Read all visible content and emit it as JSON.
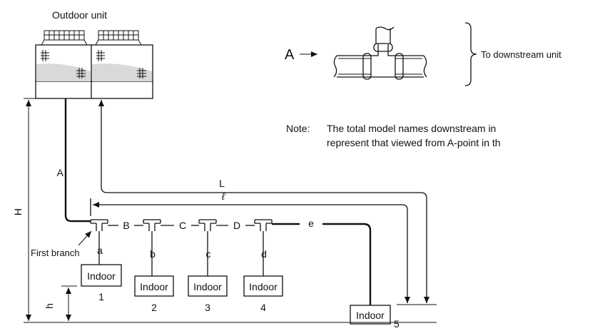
{
  "outdoor_unit_label": "Outdoor unit",
  "point_a_label": "A",
  "to_downstream_label": "To downstream unit",
  "note_prefix": "Note:",
  "note_line1": "The total model names downstream in",
  "note_line2": "represent that viewed from A-point in th",
  "pipe_labels": {
    "A": "A",
    "L": "L",
    "ell": "ℓ",
    "H": "H",
    "h": "h",
    "B": "B",
    "C": "C",
    "D": "D",
    "e": "e",
    "a": "a",
    "b": "b",
    "c": "c",
    "d": "d"
  },
  "first_branch_label": "First branch",
  "indoor_units": [
    {
      "label": "Indoor",
      "number": "1"
    },
    {
      "label": "Indoor",
      "number": "2"
    },
    {
      "label": "Indoor",
      "number": "3"
    },
    {
      "label": "Indoor",
      "number": "4"
    },
    {
      "label": "Indoor",
      "number": "5"
    }
  ]
}
